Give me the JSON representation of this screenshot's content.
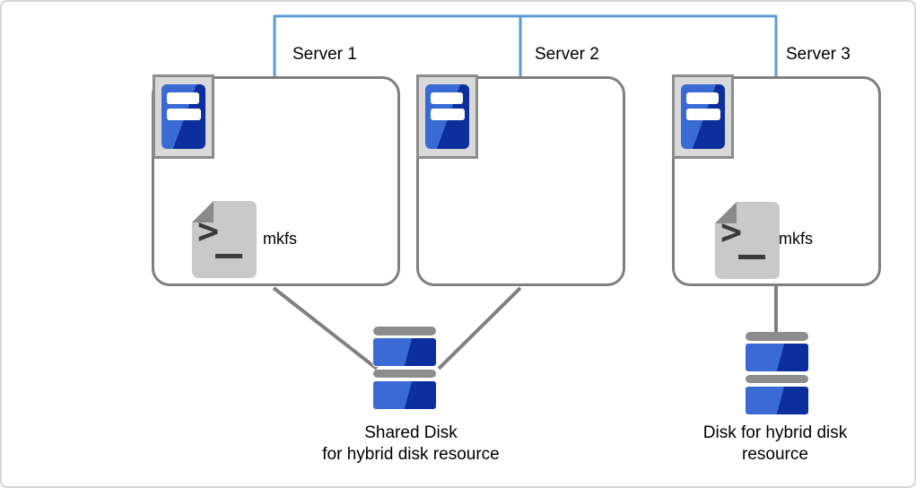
{
  "diagram": {
    "servers": [
      {
        "label": "Server 1",
        "mkfs_label": "mkfs"
      },
      {
        "label": "Server 2"
      },
      {
        "label": "Server 3",
        "mkfs_label": "mkfs"
      }
    ],
    "shared_disk_caption": {
      "line1": "Shared Disk",
      "line2": "for hybrid disk resource"
    },
    "hybrid_disk_caption": {
      "line1": "Disk for hybrid disk",
      "line2": "resource"
    },
    "icons": {
      "prompt_glyph": ">"
    },
    "colors": {
      "connector_blue": "#5B9BD5",
      "line_gray": "#808080",
      "box_border_gray": "#7F7F7F",
      "icon_frame_fill": "#D9D9D9",
      "icon_frame_border": "#8C8C8C",
      "server_blue_light": "#3A6BD4",
      "server_blue_dark": "#0D2F9E",
      "document_gray": "#C9C9C9",
      "document_fold_gray": "#8A8A8A",
      "text": "#000000"
    }
  }
}
